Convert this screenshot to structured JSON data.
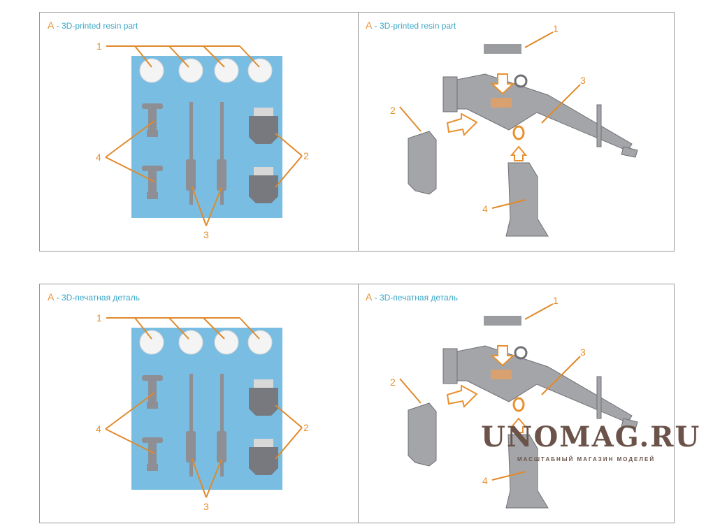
{
  "panels": [
    {
      "left": {
        "letter": "A",
        "title": " - 3D-printed resin part",
        "callouts": [
          "1",
          "2",
          "3",
          "4"
        ]
      },
      "right": {
        "letter": "A",
        "title": " - 3D-printed resin part",
        "callouts": [
          "1",
          "2",
          "3",
          "4"
        ]
      }
    },
    {
      "left": {
        "letter": "A",
        "title": " - 3D-печатная деталь",
        "callouts": [
          "1",
          "2",
          "3",
          "4"
        ]
      },
      "right": {
        "letter": "A",
        "title": " - 3D-печатная деталь",
        "callouts": [
          "1",
          "2",
          "3",
          "4"
        ]
      }
    }
  ],
  "watermark": {
    "name": "UNOMAG.RU",
    "tagline": "МАСШТАБНЫЙ МАГАЗИН МОДЕЛЕЙ"
  },
  "colors": {
    "accent": "#e8902e",
    "title": "#3aa6c7",
    "sprue_bg": "#79bde3",
    "part": "#8d8f94"
  }
}
